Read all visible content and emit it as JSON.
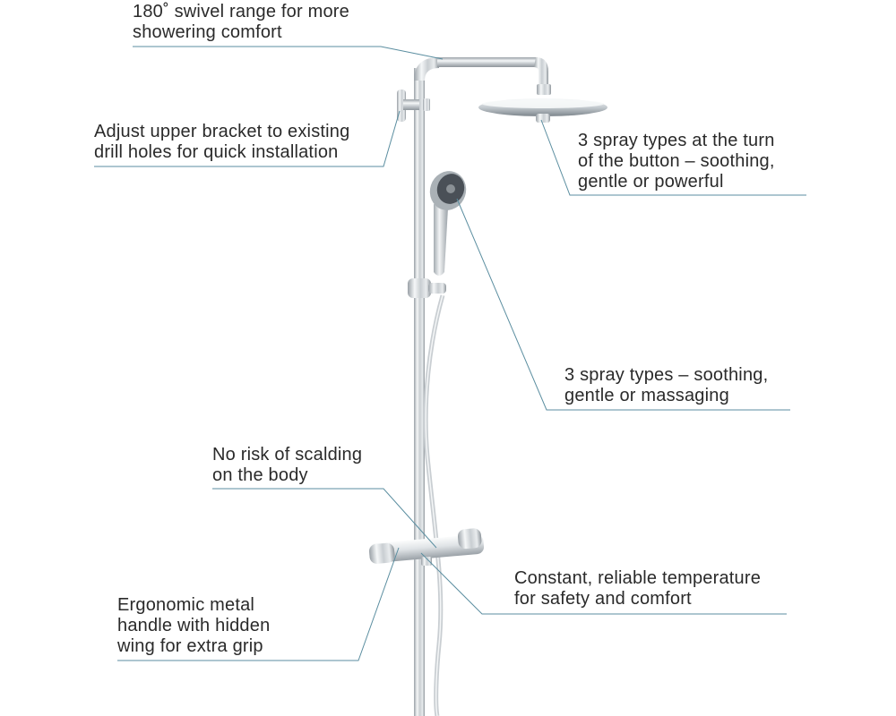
{
  "callouts": {
    "swivel": {
      "lines": [
        "180˚ swivel range for more",
        "showering comfort"
      ]
    },
    "bracket": {
      "lines": [
        "Adjust upper bracket to existing",
        "drill holes for quick installation"
      ]
    },
    "head_shower": {
      "lines": [
        "3 spray types at the turn",
        "of the button – soothing,",
        "gentle or powerful"
      ]
    },
    "hand_shower": {
      "lines": [
        "3 spray types – soothing,",
        "gentle or massaging"
      ]
    },
    "scalding": {
      "lines": [
        "No risk of scalding",
        "on the body"
      ]
    },
    "temperature": {
      "lines": [
        "Constant, reliable temperature",
        "for safety and comfort"
      ]
    },
    "handle": {
      "lines": [
        "Ergonomic metal",
        "handle with hidden",
        "wing for extra grip"
      ]
    }
  },
  "colors": {
    "leader_line": "#5b8ea0",
    "chrome_dark": "#8e959b",
    "chrome_light": "#f4f6f7",
    "text": "#2a2a2a"
  }
}
